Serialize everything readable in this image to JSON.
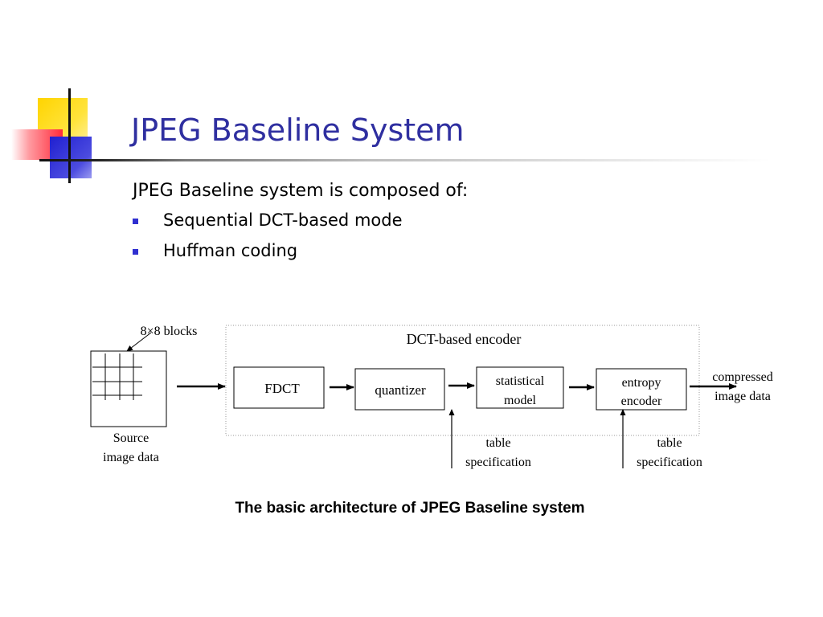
{
  "slide": {
    "title": "JPEG Baseline System",
    "intro": "JPEG Baseline system is composed of:",
    "bullets": [
      "Sequential DCT-based mode",
      "Huffman coding"
    ]
  },
  "diagram": {
    "blocks_label": "8×8 blocks",
    "source_label_line1": "Source",
    "source_label_line2": "image data",
    "encoder_label": "DCT-based encoder",
    "fdct": "FDCT",
    "quantizer": "quantizer",
    "statistical_line1": "statistical",
    "statistical_line2": "model",
    "entropy_line1": "entropy",
    "entropy_line2": "encoder",
    "compressed_line1": "compressed",
    "compressed_line2": "image data",
    "table_spec_1_line1": "table",
    "table_spec_1_line2": "specification",
    "table_spec_2_line1": "table",
    "table_spec_2_line2": "specification"
  },
  "caption": "The basic architecture of JPEG Baseline system",
  "colors": {
    "title": "#2f2fa0",
    "bullet": "#2f2fd0",
    "deco_yellow": "#ffd400",
    "deco_red": "#ff2a3a",
    "deco_blue": "#1f1fd0"
  }
}
